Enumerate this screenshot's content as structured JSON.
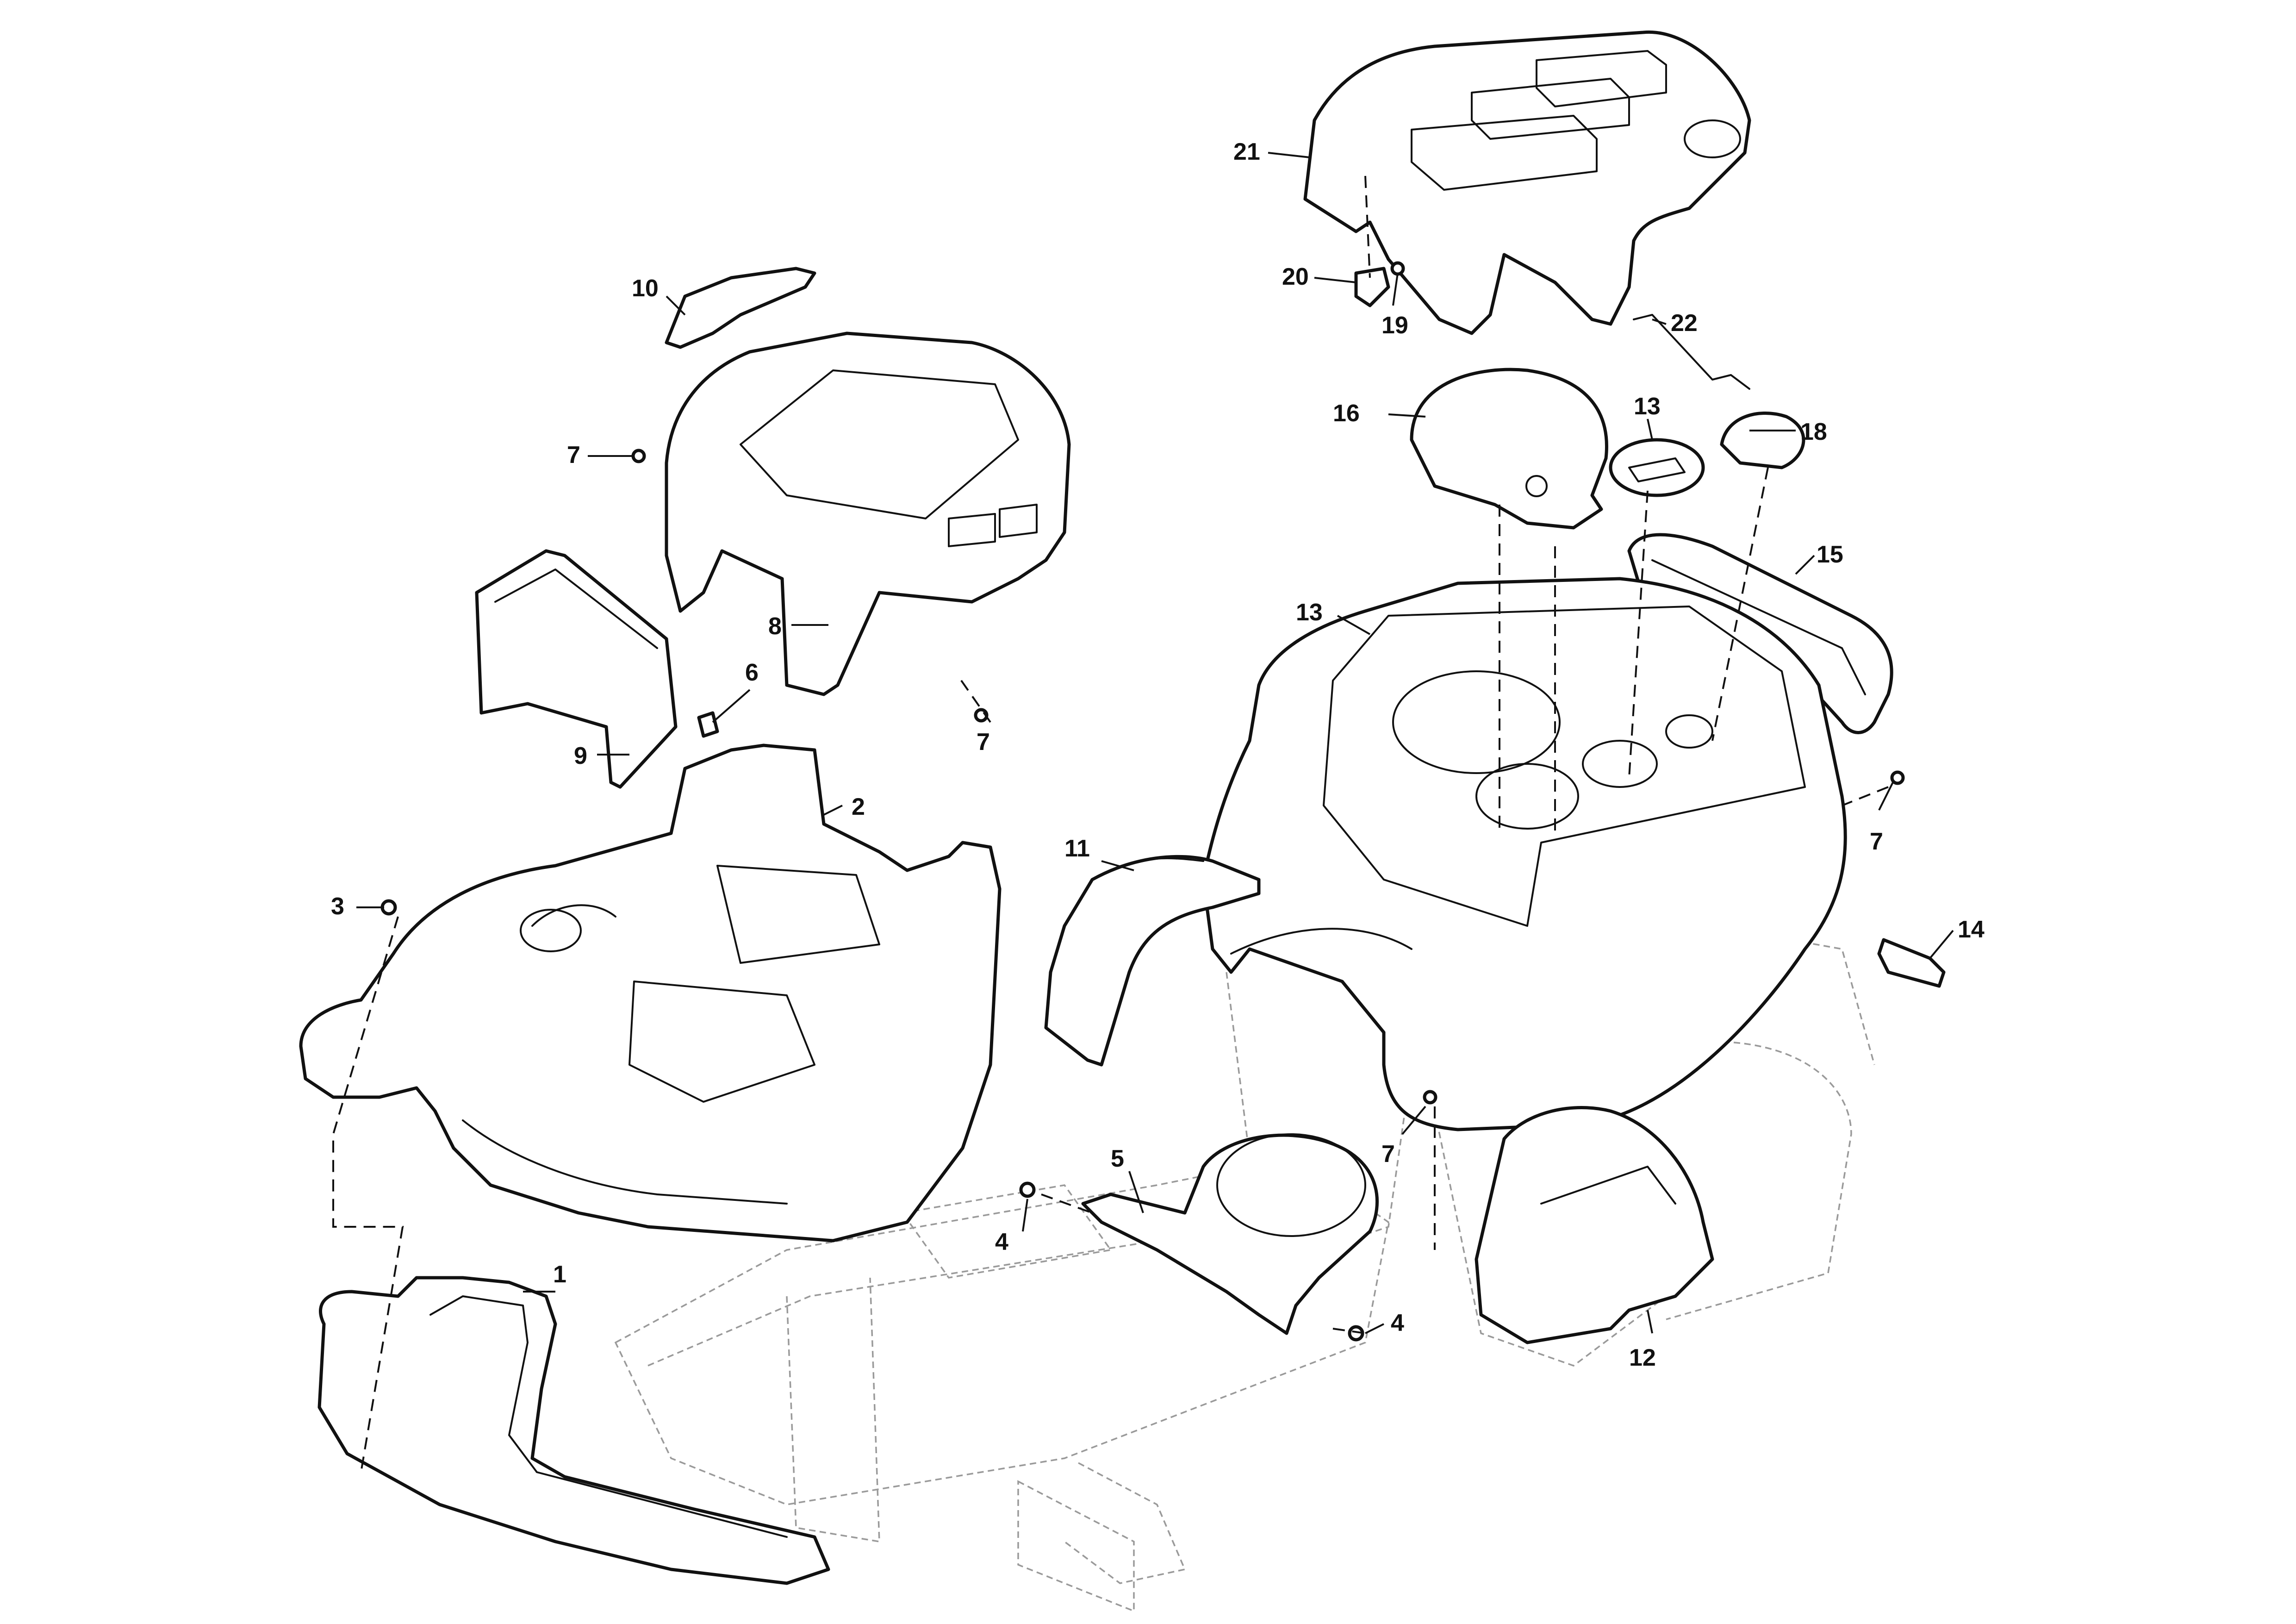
{
  "callouts": [
    {
      "id": "c1",
      "label": "1"
    },
    {
      "id": "c2",
      "label": "2"
    },
    {
      "id": "c3",
      "label": "3"
    },
    {
      "id": "c4a",
      "label": "4"
    },
    {
      "id": "c4b",
      "label": "4"
    },
    {
      "id": "c5",
      "label": "5"
    },
    {
      "id": "c6",
      "label": "6"
    },
    {
      "id": "c7a",
      "label": "7"
    },
    {
      "id": "c7b",
      "label": "7"
    },
    {
      "id": "c7c",
      "label": "7"
    },
    {
      "id": "c7d",
      "label": "7"
    },
    {
      "id": "c8",
      "label": "8"
    },
    {
      "id": "c9",
      "label": "9"
    },
    {
      "id": "c10",
      "label": "10"
    },
    {
      "id": "c11",
      "label": "11"
    },
    {
      "id": "c12",
      "label": "12"
    },
    {
      "id": "c13a",
      "label": "13"
    },
    {
      "id": "c13b",
      "label": "13"
    },
    {
      "id": "c14",
      "label": "14"
    },
    {
      "id": "c15",
      "label": "15"
    },
    {
      "id": "c16",
      "label": "16"
    },
    {
      "id": "c18",
      "label": "18"
    },
    {
      "id": "c19",
      "label": "19"
    },
    {
      "id": "c20",
      "label": "20"
    },
    {
      "id": "c21",
      "label": "21"
    },
    {
      "id": "c22",
      "label": "22"
    }
  ]
}
